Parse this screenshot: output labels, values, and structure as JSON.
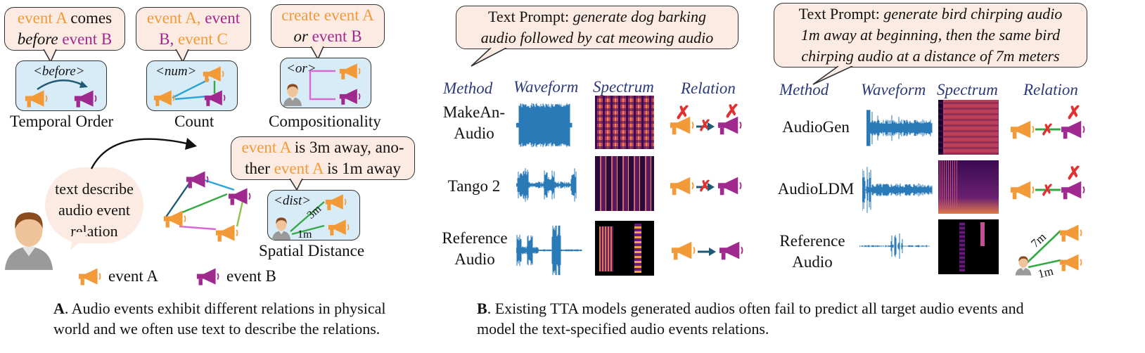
{
  "colors": {
    "event_a": "#f29a38",
    "event_b": "#a0298f",
    "bubble": "#fcebe2",
    "box": "#d8ecf7",
    "header": "#2b3a7a",
    "wave": "#2a7ab8",
    "cross": "#e0302f",
    "line_blue": "#2aa3d6",
    "line_green": "#33aa44",
    "line_pink": "#d76ad2"
  },
  "icons": {
    "event_a": "megaphone-icon-orange",
    "event_b": "megaphone-icon-purple",
    "person": "person-icon"
  },
  "panel_a": {
    "bubble1": {
      "l1a": "event A",
      "l1b": " comes",
      "l2a": "before",
      "l2b": " event B"
    },
    "bubble2": {
      "l1a": "event A, ",
      "l1b": "event",
      "l2a": "B, ",
      "l2b": "event C"
    },
    "bubble3": {
      "l1": "create event A",
      "l2a": "or",
      "l2b": " event B"
    },
    "tags": {
      "before": "<before>",
      "num": "<num>",
      "or": "<or>",
      "dist": "<dist>"
    },
    "labels": {
      "temporal": "Temporal Order",
      "count": "Count",
      "comp": "Compositionality",
      "spatial": "Spatial Distance"
    },
    "speech": {
      "l1": "text describe",
      "l2": "audio event",
      "l3": "relation"
    },
    "dist_bubble": {
      "l1a": "event A",
      "l1b": " is 3m away, ano-",
      "l2a": "ther ",
      "l2b": "event A",
      "l2c": " is 1m away"
    },
    "dist_3m": "3m",
    "dist_1m": "1m",
    "legend": {
      "a": "event A",
      "b": "event B"
    },
    "caption": {
      "bold": "A",
      "rest": ". Audio events exhibit different relations in physical",
      "l2": "world and we often use text to describe the relations."
    }
  },
  "panel_b": {
    "prompt1": {
      "prefix": "Text Prompt: ",
      "l1": "generate dog barking",
      "l2": "audio followed by cat meowing audio"
    },
    "prompt2": {
      "prefix": "Text Prompt: ",
      "l1": "generate bird chirping audio",
      "l2": "1m away at beginning, then the same bird",
      "l3": "chirping audio at a distance of 7m meters"
    },
    "headers": {
      "method": "Method",
      "waveform": "Waveform",
      "spectrum": "Spectrum",
      "relation": "Relation"
    },
    "left_methods": [
      "MakeAn-\nAudio",
      "Tango 2",
      "Reference\nAudio"
    ],
    "right_methods": [
      "AudioGen",
      "AudioLDM",
      "Reference\nAudio"
    ],
    "cross": "✗",
    "dist_7m": "7m",
    "dist_1m": "1m",
    "caption": {
      "bold": "B",
      "rest": ". Existing TTA models generated audios often fail to predict all target audio events and",
      "l2": "model the text-specified audio events relations."
    }
  }
}
